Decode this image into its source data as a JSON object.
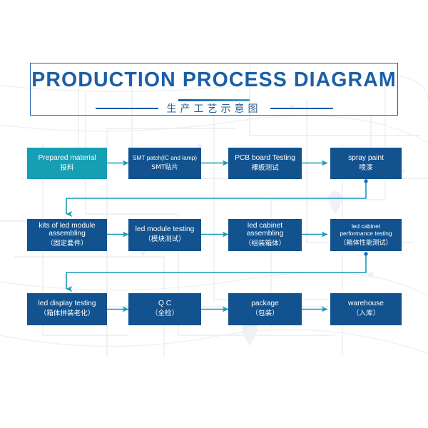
{
  "header": {
    "title": "PRODUCTION PROCESS DIAGRAM",
    "subtitle": "生产工艺示意图"
  },
  "colors": {
    "accent_blue": "#1a5fa8",
    "box_blue": "#11528f",
    "box_teal": "#169eb4",
    "arrow": "#1a9ab5",
    "page_bg": "#ffffff",
    "text_on_box": "#ffffff"
  },
  "flow": {
    "rows": [
      {
        "row_index": 1,
        "boxes": [
          {
            "en": "Prepared material",
            "cn": "投料",
            "color": "teal",
            "size": "normal"
          },
          {
            "en": "SMT patch(IC and lamp)",
            "cn": "SMT贴片",
            "color": "blue",
            "size": "small"
          },
          {
            "en": "PCB board Testing",
            "cn": "裸板测试",
            "color": "blue",
            "size": "normal"
          },
          {
            "en": "spray paint",
            "cn": "喷漆",
            "color": "blue",
            "size": "normal"
          }
        ]
      },
      {
        "row_index": 2,
        "boxes": [
          {
            "en": "kits of led module\nassembling",
            "cn": "（固定套件）",
            "color": "blue",
            "size": "normal"
          },
          {
            "en": "led module testing",
            "cn": "（模块测试）",
            "color": "blue",
            "size": "normal"
          },
          {
            "en": "led cabinet\nassembling",
            "cn": "（组装箱体）",
            "color": "blue",
            "size": "normal"
          },
          {
            "en": "led cabinet\nperformance testing",
            "cn": "（箱体性能测试）",
            "color": "blue",
            "size": "small"
          }
        ]
      },
      {
        "row_index": 3,
        "boxes": [
          {
            "en": "led display testing",
            "cn": "（箱体拼装老化）",
            "color": "blue",
            "size": "normal"
          },
          {
            "en": "Q C",
            "cn": "（全检）",
            "color": "blue",
            "size": "normal"
          },
          {
            "en": "package",
            "cn": "（包装）",
            "color": "blue",
            "size": "normal"
          },
          {
            "en": "warehouse",
            "cn": "（入库）",
            "color": "blue",
            "size": "normal"
          }
        ]
      }
    ],
    "arrows": {
      "horizontal_count": 9,
      "row_wrap_count": 2,
      "direction": "left-to-right, wrapping down at end of each row"
    }
  }
}
